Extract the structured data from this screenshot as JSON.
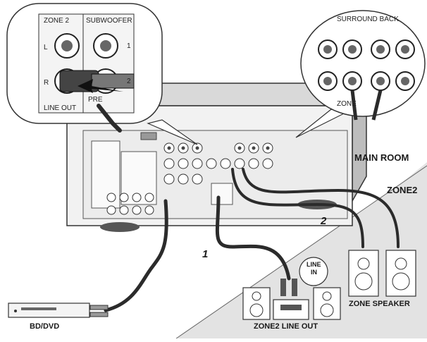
{
  "rooms": {
    "main": "MAIN ROOM",
    "zone2": "ZONE2"
  },
  "devices": {
    "player": "BD/DVD",
    "line_out_unit": "ZONE2 LINE OUT",
    "speakers": "ZONE SPEAKER",
    "line_in": [
      "LINE",
      "IN"
    ]
  },
  "steps": {
    "one": "1",
    "two": "2"
  },
  "callout_left": {
    "zone2": "ZONE 2",
    "subwoofer": "SUBWOOFER",
    "l": "L",
    "r": "R",
    "line_out": "LINE OUT",
    "pre": "PRE",
    "n1": "1",
    "n2": "2"
  },
  "callout_right": {
    "surround_back": "SURROUND BACK",
    "zone": "ZONE"
  },
  "colors": {
    "zone2_area": "#e3e3e3",
    "cable": "#2b2b2b",
    "receiver_body": "#f2f2f2"
  }
}
